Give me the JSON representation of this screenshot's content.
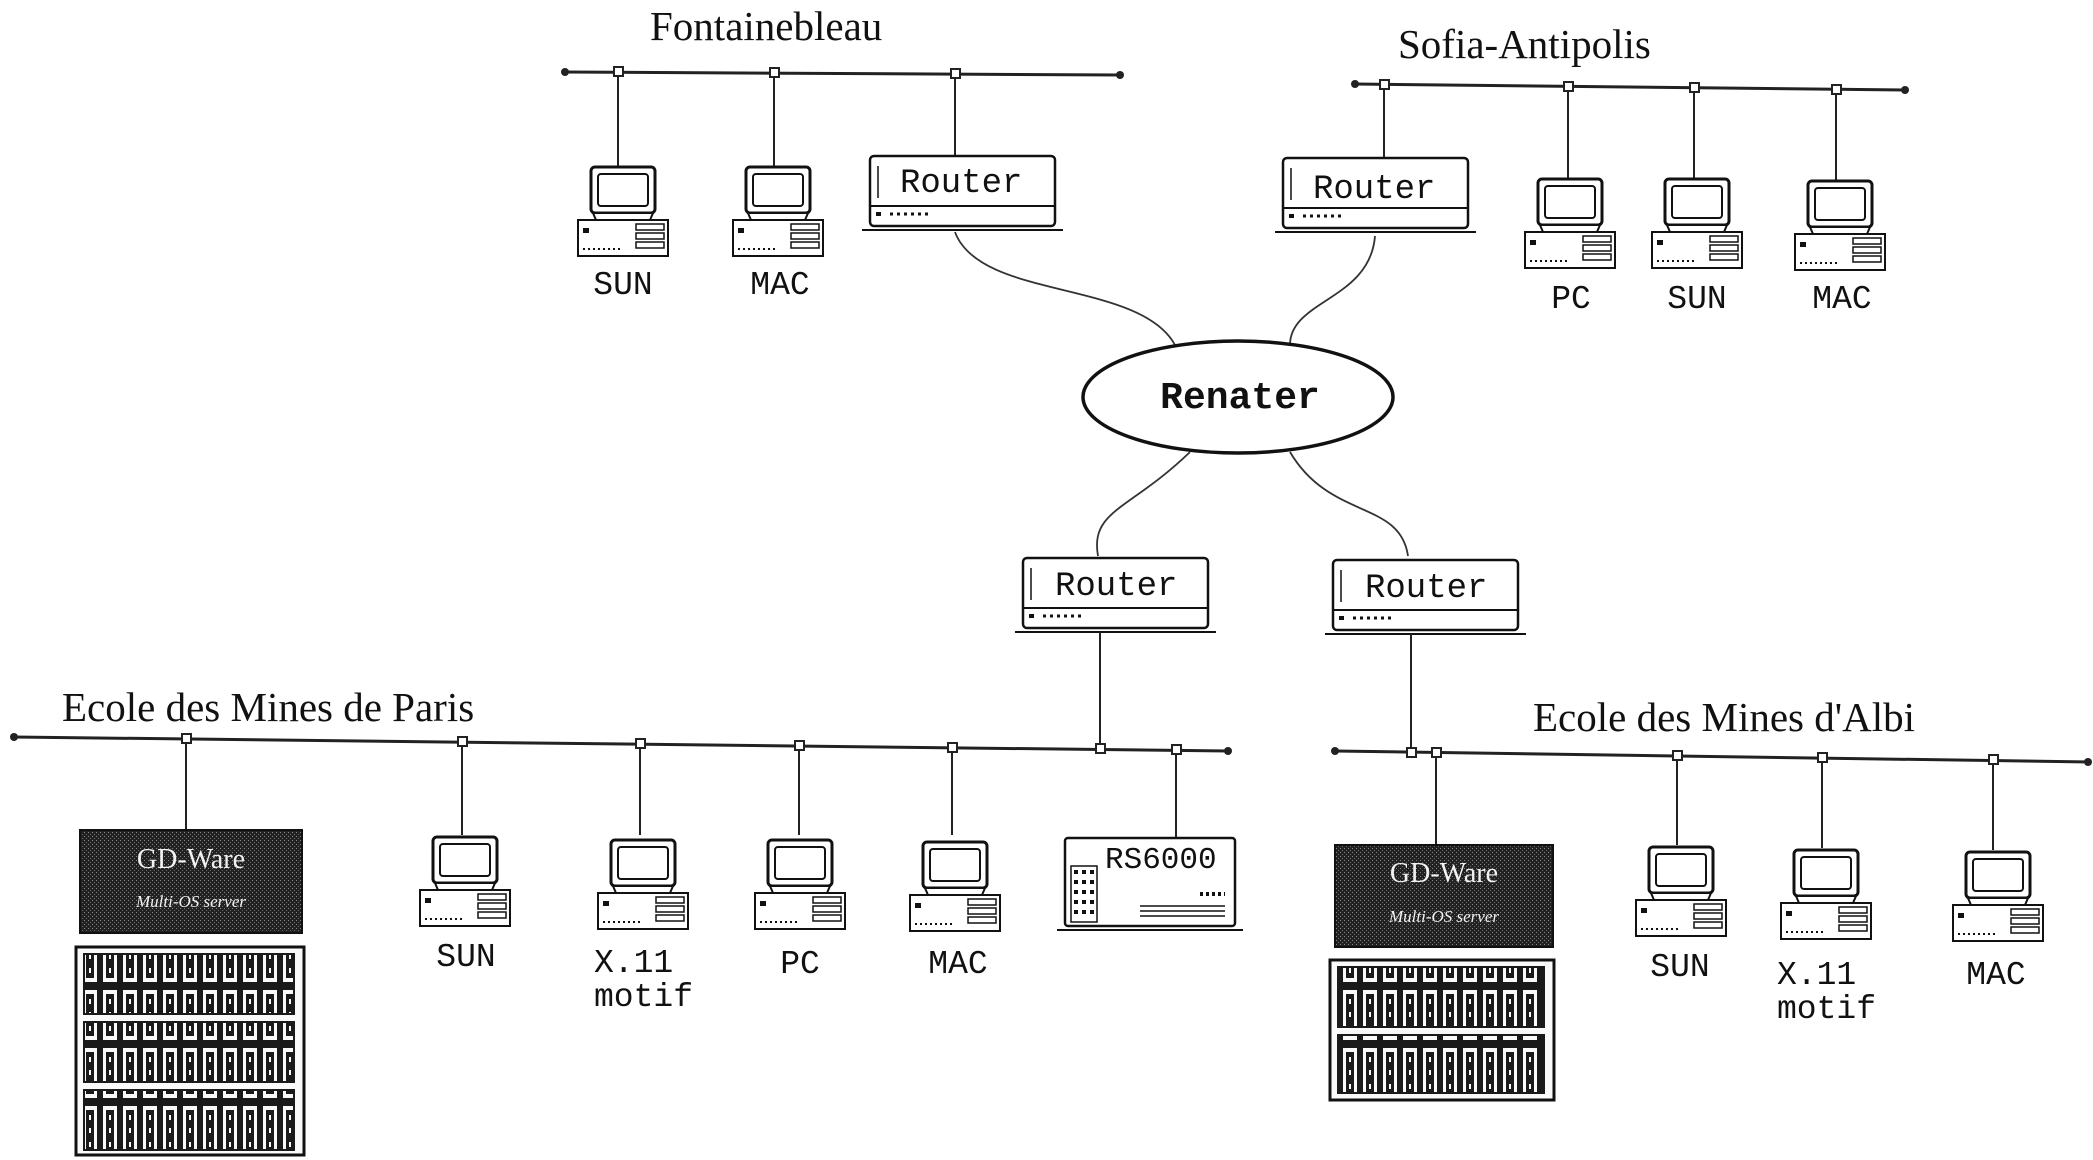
{
  "sites": {
    "fontainebleau": {
      "name": "Fontainebleau",
      "router_label": "Router",
      "workstations": [
        "SUN",
        "MAC"
      ]
    },
    "sofia": {
      "name": "Sofia-Antipolis",
      "router_label": "Router",
      "workstations": [
        "PC",
        "SUN",
        "MAC"
      ]
    },
    "paris": {
      "name": "Ecole des Mines de Paris",
      "router_label": "Router",
      "server_line1": "GD-Ware",
      "server_line2": "Multi-OS server",
      "workstations": [
        "SUN",
        "X.11",
        "PC",
        "MAC"
      ],
      "x11_line2": "motif",
      "rs6000_label": "RS6000"
    },
    "albi": {
      "name": "Ecole des Mines d'Albi",
      "router_label": "Router",
      "server_line1": "GD-Ware",
      "server_line2": "Multi-OS server",
      "workstations": [
        "SUN",
        "X.11",
        "MAC"
      ],
      "x11_line2": "motif"
    }
  },
  "network": {
    "name": "Renater"
  }
}
